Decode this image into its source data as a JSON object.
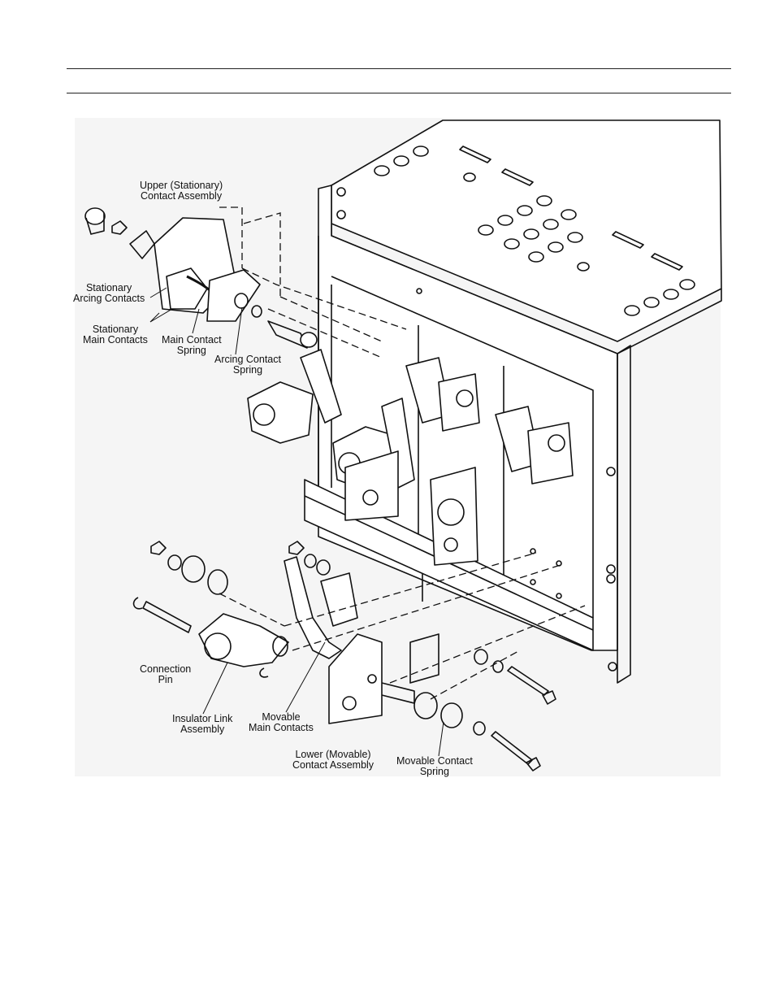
{
  "labels": {
    "upper_assembly": [
      "Upper (Stationary)",
      "Contact Assembly"
    ],
    "stationary_arcing": [
      "Stationary",
      "Arcing Contacts"
    ],
    "stationary_main": [
      "Stationary",
      "Main Contacts"
    ],
    "main_spring": [
      "Main Contact",
      "Spring"
    ],
    "arcing_spring": [
      "Arcing Contact",
      "Spring"
    ],
    "connection_pin": [
      "Connection",
      "Pin"
    ],
    "insulator_link": [
      "Insulator Link",
      "Assembly"
    ],
    "movable_main": [
      "Movable",
      "Main Contacts"
    ],
    "lower_assembly": [
      "Lower (Movable)",
      "Contact Assembly"
    ],
    "movable_spring": [
      "Movable Contact",
      "Spring"
    ]
  }
}
